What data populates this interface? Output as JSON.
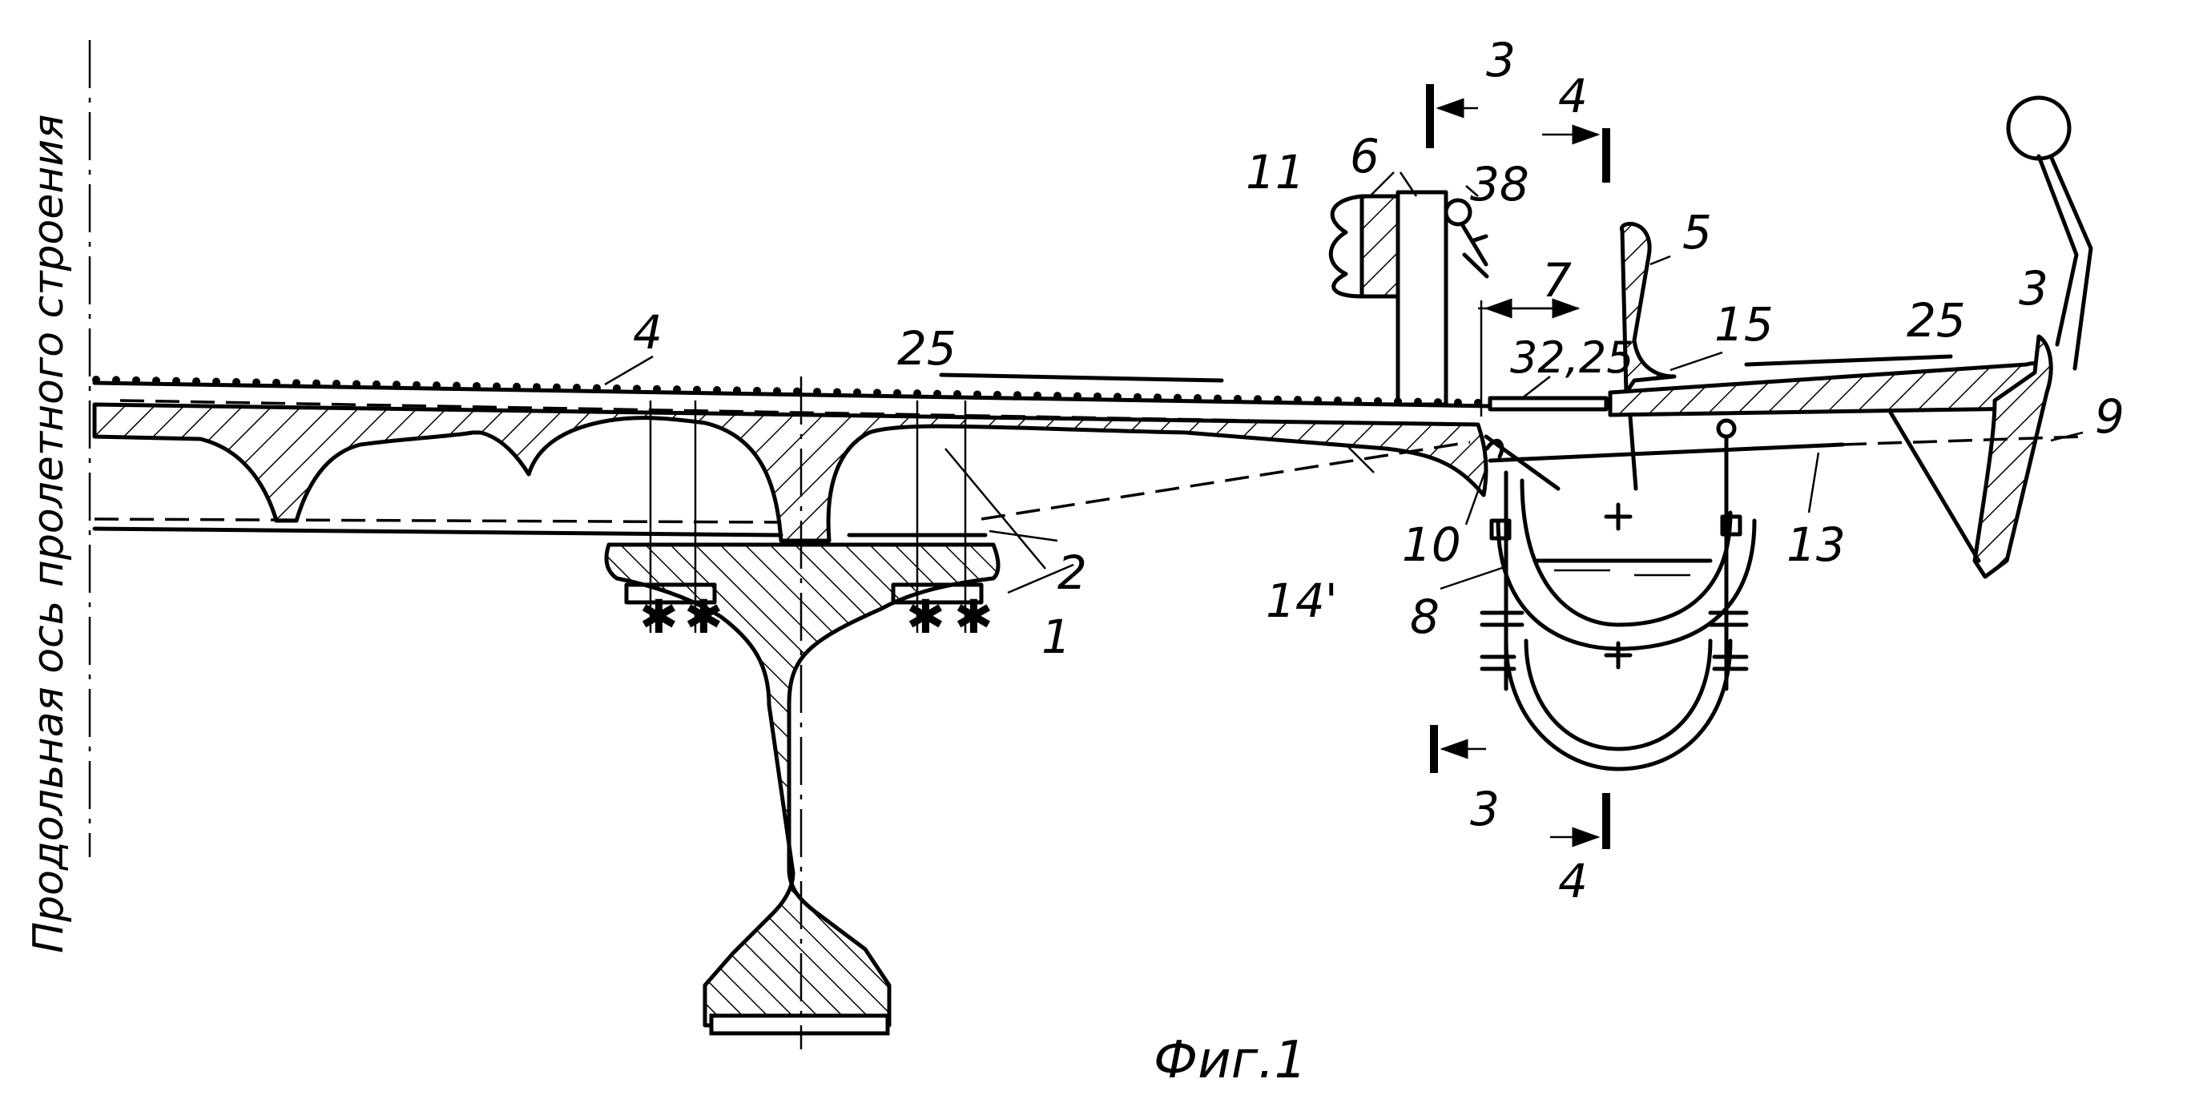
{
  "axis_title": "Продольная ось пролетного строения",
  "figure_caption": "Фиг.1",
  "section_marks": {
    "section_3_top": "3",
    "section_4_top": "4",
    "section_3_bottom": "3",
    "section_4_bottom": "4"
  },
  "part_labels": {
    "p1": "1",
    "p2": "2",
    "p3": "3",
    "p4": "4",
    "p5": "5",
    "p6": "6",
    "p7": "7",
    "p8": "8",
    "p9": "9",
    "p10": "10",
    "p11": "11",
    "p13": "13",
    "p14prime": "14'",
    "p15": "15",
    "p25_left": "25",
    "p25_right": "25",
    "p32_25": "32,25",
    "p38": "38"
  }
}
